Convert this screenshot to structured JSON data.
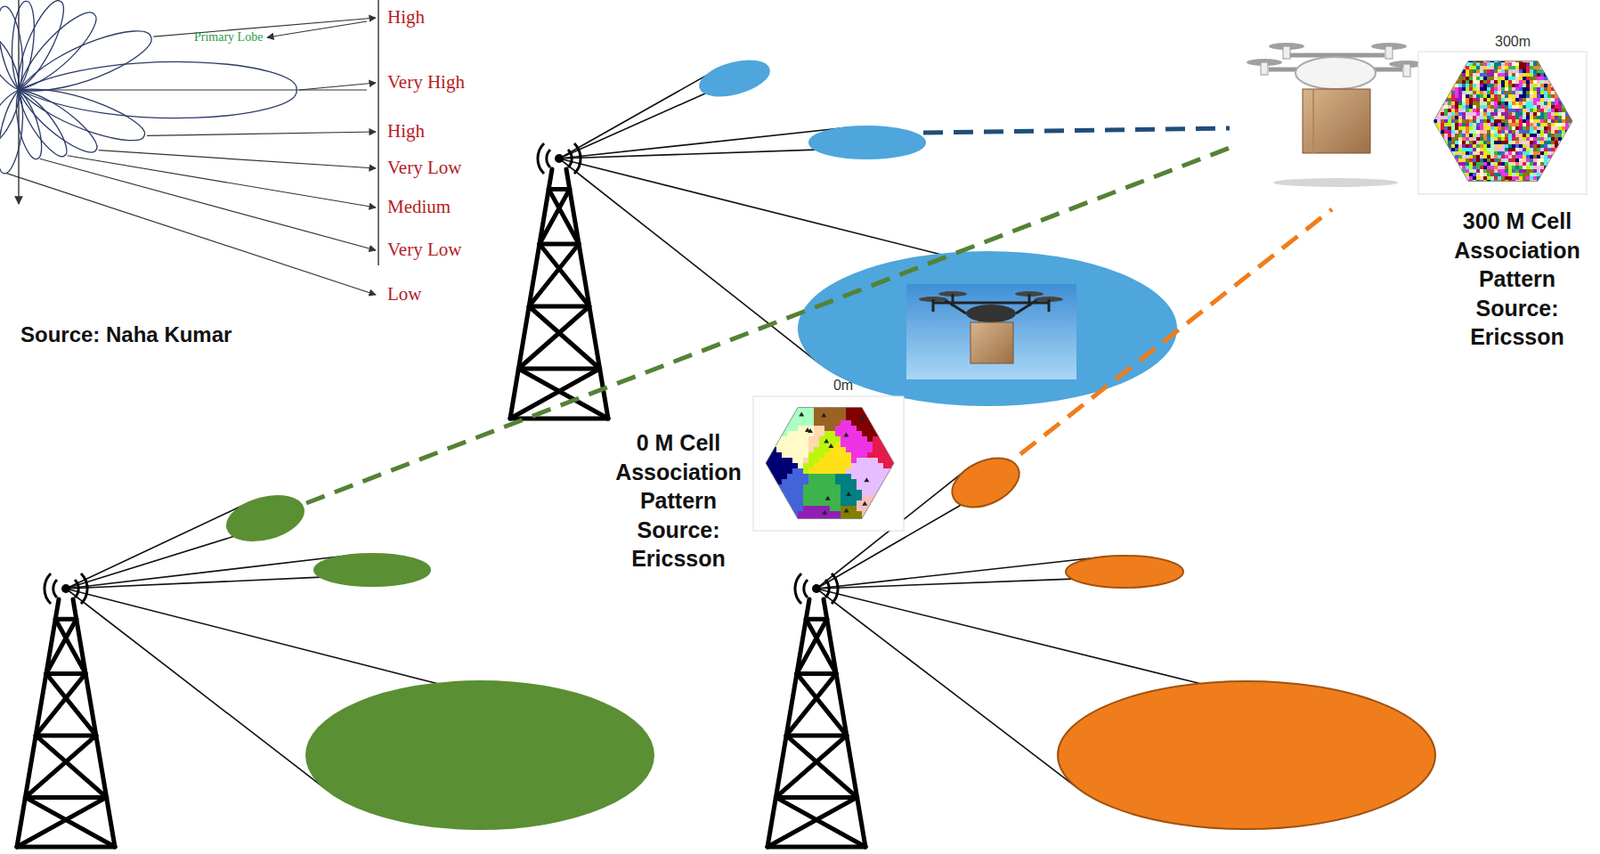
{
  "diagram": {
    "labels": [
      "Primary Lobe",
      "High",
      "Very High",
      "High",
      "Very Low",
      "Medium",
      "Very Low",
      "Low",
      "Source: Naha Kumar",
      "0m",
      "0 M Cell Association Pattern Source: Ericsson",
      "300m",
      "300 M Cell Association Pattern Source: Ericsson"
    ]
  }
}
